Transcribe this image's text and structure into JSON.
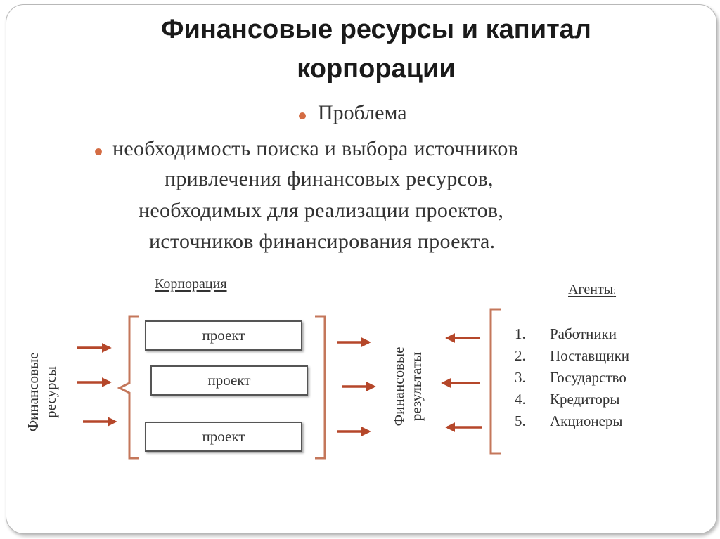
{
  "title": {
    "line1": "Финансовые ресурсы и капитал",
    "line2": "корпорации"
  },
  "bullets": {
    "problem": "Проблема",
    "statement": [
      "необходимость поиска и выбора источников",
      "привлечения финансовых ресурсов,",
      "необходимых для реализации проектов,",
      "источников финансирования проекта."
    ]
  },
  "diagram": {
    "corporation_label": "Корпорация",
    "resources_label": [
      "Финансовые",
      "ресурсы"
    ],
    "results_label": [
      "Финансовые",
      "результаты"
    ],
    "projects": [
      "проект",
      "проект",
      "проект"
    ],
    "agents_title": "Агенты",
    "agents_title_colon": ":",
    "agents": [
      {
        "num": "1.",
        "name": "Работники"
      },
      {
        "num": "2.",
        "name": "Поставщики"
      },
      {
        "num": "3.",
        "name": "Государство"
      },
      {
        "num": "4.",
        "name": "Кредиторы"
      },
      {
        "num": "5.",
        "name": "Акционеры"
      }
    ]
  },
  "colors": {
    "accent": "#b5472a",
    "bracket": "#c4775b",
    "bullet": "#d46c43",
    "text": "#333333"
  }
}
